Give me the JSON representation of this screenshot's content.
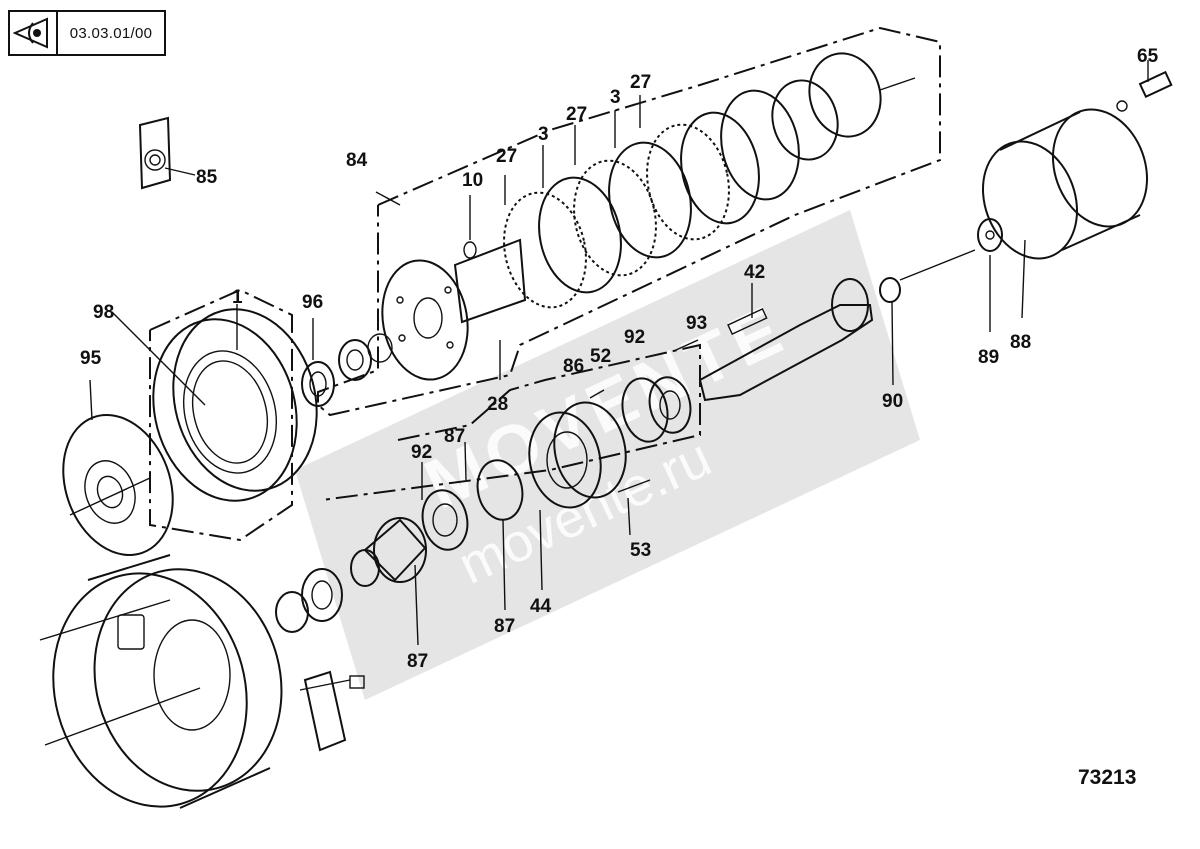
{
  "header": {
    "code": "03.03.01/00",
    "icon": "eye-view-icon"
  },
  "drawing_number": "73213",
  "watermark": {
    "brand": "MOVENTE",
    "site": "movente.ru"
  },
  "parts": {
    "p65": "65",
    "p85": "85",
    "p84": "84",
    "p10": "10",
    "p27a": "27",
    "p3a": "3",
    "p27b": "27",
    "p3b": "3",
    "p27c": "27",
    "p98": "98",
    "p1": "1",
    "p96": "96",
    "p95": "95",
    "p28": "28",
    "p86": "86",
    "p52": "52",
    "p92a": "92",
    "p93": "93",
    "p42": "42",
    "p89": "89",
    "p88": "88",
    "p90": "90",
    "p92b": "92",
    "p87a": "87",
    "p53": "53",
    "p44": "44",
    "p87b": "87",
    "p87c": "87"
  }
}
